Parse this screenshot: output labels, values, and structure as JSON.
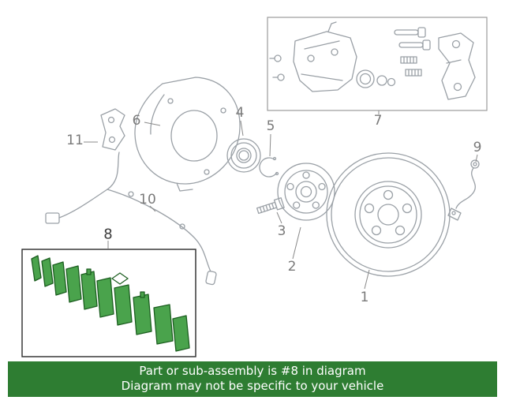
{
  "colors": {
    "banner-bg": "#2e7d32",
    "banner-text": "#ffffff",
    "highlight-fill": "#4aa34c",
    "highlight-stroke": "#1c5e20",
    "line-art": "#9aa0a6",
    "callout-text": "#7a7a7a"
  },
  "banner": {
    "line1": "Part or sub-assembly is #8 in diagram",
    "line2": "Diagram may not be specific to your vehicle"
  },
  "callouts": [
    {
      "label": "1"
    },
    {
      "label": "2"
    },
    {
      "label": "3"
    },
    {
      "label": "4"
    },
    {
      "label": "5"
    },
    {
      "label": "6"
    },
    {
      "label": "7"
    },
    {
      "label": "8"
    },
    {
      "label": "9"
    },
    {
      "label": "10"
    },
    {
      "label": "11"
    }
  ]
}
